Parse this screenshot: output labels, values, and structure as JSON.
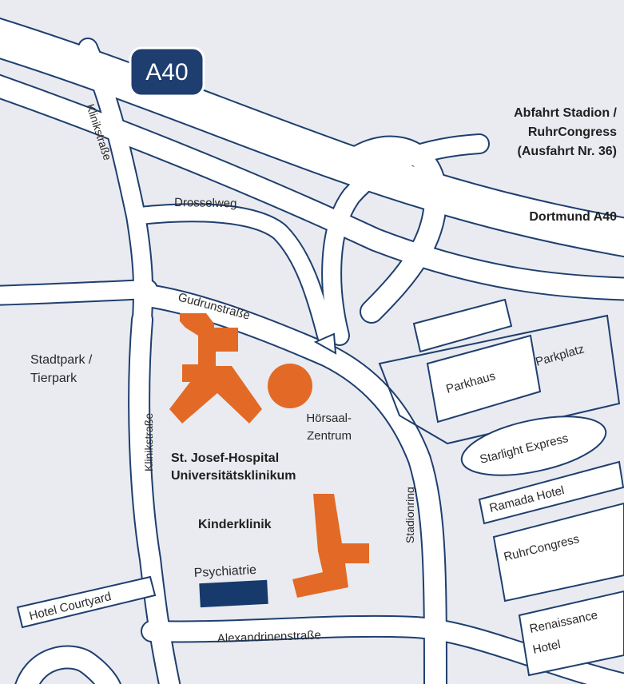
{
  "colors": {
    "background": "#e9ebf1",
    "road_outline": "#1f3f6e",
    "road_fill": "#ffffff",
    "hospital_orange": "#e26a26",
    "psychiatry_navy": "#153a6b",
    "badge_fill": "#1e3e6f"
  },
  "highway_badge": "A40",
  "exits": {
    "line1": "Abfahrt Stadion /",
    "line2": "RuhrCongress",
    "line3": "(Ausfahrt Nr. 36)"
  },
  "direction": "Dortmund A40",
  "streets": {
    "klinikstrasse_top": "Klinikstraße",
    "drosselweg": "Drosselweg",
    "gudrunstrasse": "Gudrunstraße",
    "klinikstrasse_left": "Klinikstraße",
    "stadionring": "Stadionring",
    "alexandrinenstrasse": "Alexandrinenstraße"
  },
  "places": {
    "stadtpark_line1": "Stadtpark /",
    "stadtpark_line2": "Tierpark",
    "hoersaal_line1": "Hörsaal-",
    "hoersaal_line2": "Zentrum",
    "hospital_line1": "St. Josef-Hospital",
    "hospital_line2": "Universitätsklinikum",
    "kinderklinik": "Kinderklinik",
    "psychiatrie": "Psychiatrie",
    "hotel_courtyard": "Hotel Courtyard",
    "parkhaus": "Parkhaus",
    "parkplatz": "Parkplatz",
    "starlight": "Starlight Express",
    "ramada": "Ramada Hotel",
    "ruhrcongress": "RuhrCongress",
    "renaissance_line1": "Renaissance",
    "renaissance_line2": "Hotel"
  }
}
